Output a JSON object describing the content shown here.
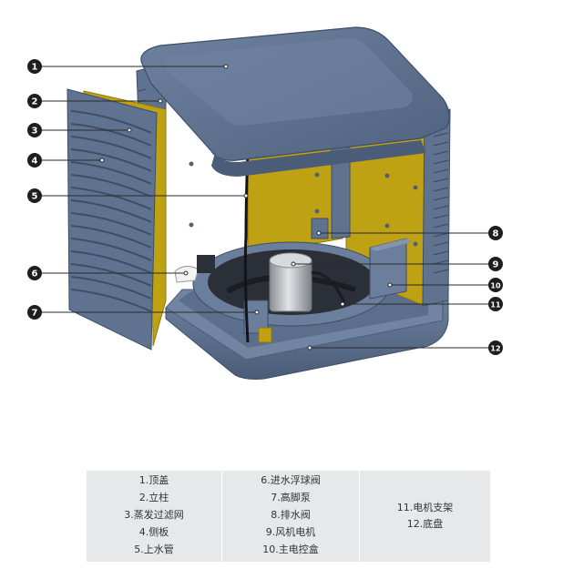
{
  "callouts": [
    "1",
    "2",
    "3",
    "4",
    "5",
    "6",
    "7",
    "8",
    "9",
    "10",
    "11",
    "12"
  ],
  "legend": {
    "col1": [
      "1.顶盖",
      "2.立柱",
      "3.蒸发过滤网",
      "4.侧板",
      "5.上水管"
    ],
    "col2": [
      "6.进水浮球阀",
      "7.高脚泵",
      "8.排水阀",
      "9.风机电机",
      "10.主电控盒"
    ],
    "col3": [
      "11.电机支架",
      "12.底盘"
    ]
  },
  "colors": {
    "housing": "#5f7391",
    "housing_dark": "#45576f",
    "filter": "#bfa114",
    "filter_dark": "#8e770c",
    "callout": "#1e1e1e",
    "legend_bg": "#e6e8ea"
  }
}
